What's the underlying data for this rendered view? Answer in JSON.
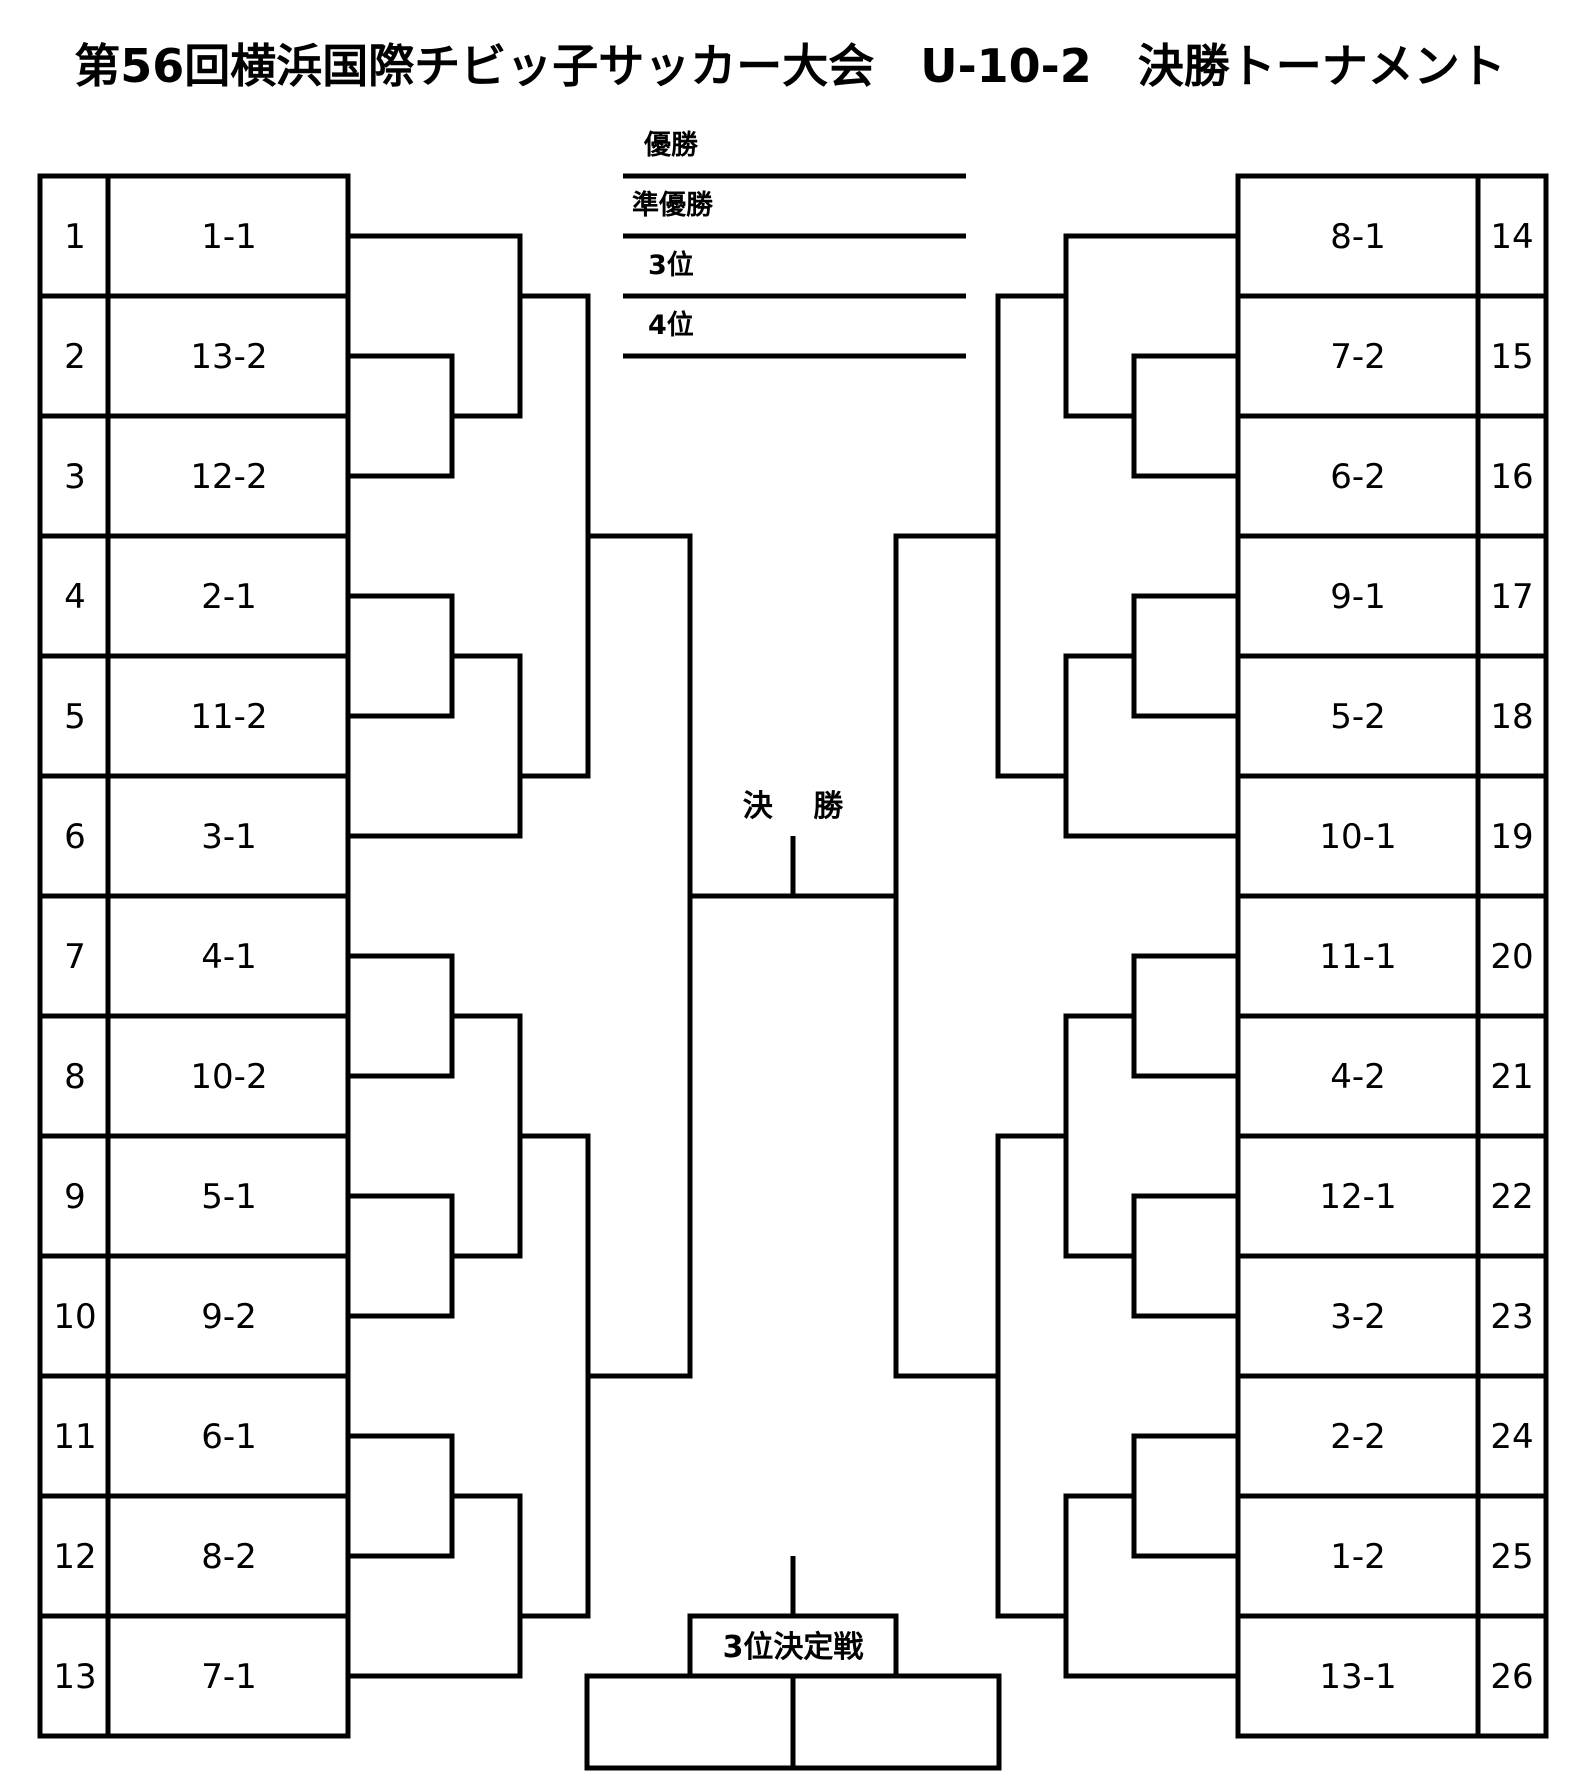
{
  "title": "第56回横浜国際チビッ子サッカー大会　U-10-2　決勝トーナメント",
  "results": {
    "labels": [
      "優勝",
      "準優勝",
      "3位",
      "4位"
    ]
  },
  "final_label": "決　 勝",
  "third_place_label": "3位決定戦",
  "left_entries": [
    {
      "no": "1",
      "team": "1-1"
    },
    {
      "no": "2",
      "team": "13-2"
    },
    {
      "no": "3",
      "team": "12-2"
    },
    {
      "no": "4",
      "team": "2-1"
    },
    {
      "no": "5",
      "team": "11-2"
    },
    {
      "no": "6",
      "team": "3-1"
    },
    {
      "no": "7",
      "team": "4-1"
    },
    {
      "no": "8",
      "team": "10-2"
    },
    {
      "no": "9",
      "team": "5-1"
    },
    {
      "no": "10",
      "team": "9-2"
    },
    {
      "no": "11",
      "team": "6-1"
    },
    {
      "no": "12",
      "team": "8-2"
    },
    {
      "no": "13",
      "team": "7-1"
    }
  ],
  "right_entries": [
    {
      "no": "14",
      "team": "8-1"
    },
    {
      "no": "15",
      "team": "7-2"
    },
    {
      "no": "16",
      "team": "6-2"
    },
    {
      "no": "17",
      "team": "9-1"
    },
    {
      "no": "18",
      "team": "5-2"
    },
    {
      "no": "19",
      "team": "10-1"
    },
    {
      "no": "20",
      "team": "11-1"
    },
    {
      "no": "21",
      "team": "4-2"
    },
    {
      "no": "22",
      "team": "12-1"
    },
    {
      "no": "23",
      "team": "3-2"
    },
    {
      "no": "24",
      "team": "2-2"
    },
    {
      "no": "25",
      "team": "1-2"
    },
    {
      "no": "26",
      "team": "13-1"
    }
  ]
}
